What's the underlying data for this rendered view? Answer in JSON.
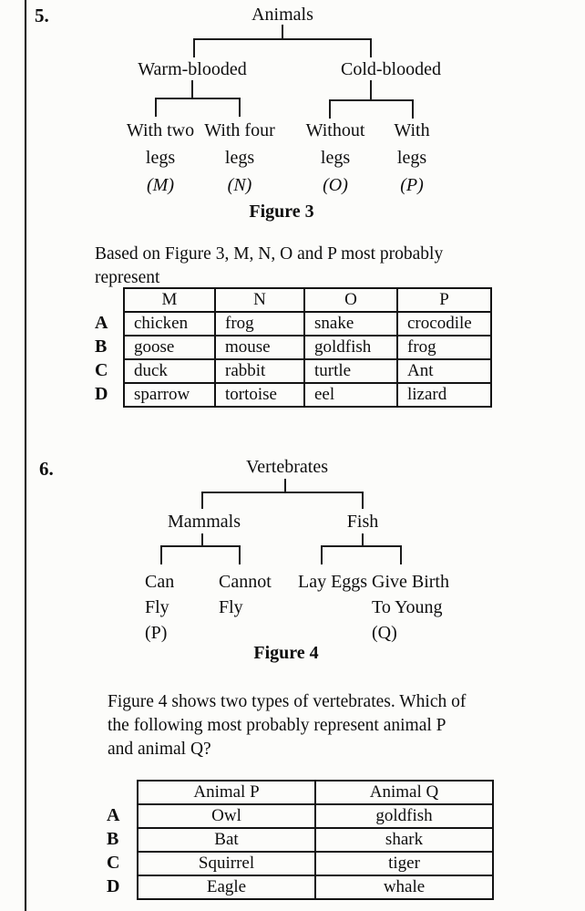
{
  "q5": {
    "number": "5.",
    "tree": {
      "root": "Animals",
      "branches": [
        "Warm-blooded",
        "Cold-blooded"
      ],
      "leaves": [
        {
          "l1": "With two",
          "l2": "legs",
          "l3": "(M)"
        },
        {
          "l1": "With four",
          "l2": "legs",
          "l3": "(N)"
        },
        {
          "l1": "Without",
          "l2": "legs",
          "l3": "(O)"
        },
        {
          "l1": "With",
          "l2": "legs",
          "l3": "(P)"
        }
      ],
      "caption": "Figure 3"
    },
    "prompt": [
      "Based on Figure 3, M, N, O and P most probably",
      "represent"
    ],
    "table": {
      "headers": [
        "M",
        "N",
        "O",
        "P"
      ],
      "row_labels": [
        "A",
        "B",
        "C",
        "D"
      ],
      "rows": [
        [
          "chicken",
          "frog",
          "snake",
          "crocodile"
        ],
        [
          "goose",
          "mouse",
          "goldfish",
          "frog"
        ],
        [
          "duck",
          "rabbit",
          "turtle",
          "Ant"
        ],
        [
          "sparrow",
          "tortoise",
          "eel",
          "lizard"
        ]
      ]
    }
  },
  "q6": {
    "number": "6.",
    "tree": {
      "root": "Vertebrates",
      "branches": [
        "Mammals",
        "Fish"
      ],
      "leaves": [
        {
          "l1": "Can",
          "l2": "Fly",
          "l3": "(P)"
        },
        {
          "l1": "Cannot",
          "l2": "Fly",
          "l3": ""
        },
        {
          "l1": "Lay Eggs",
          "l2": "",
          "l3": ""
        },
        {
          "l1": "Give Birth",
          "l2": "To Young",
          "l3": "(Q)"
        }
      ],
      "caption": "Figure 4"
    },
    "prompt": [
      "Figure 4 shows two types of vertebrates. Which of",
      "the following most probably represent animal P",
      "and animal Q?"
    ],
    "table": {
      "headers": [
        "Animal P",
        "Animal Q"
      ],
      "row_labels": [
        "A",
        "B",
        "C",
        "D"
      ],
      "rows": [
        [
          "Owl",
          "goldfish"
        ],
        [
          "Bat",
          "shark"
        ],
        [
          "Squirrel",
          "tiger"
        ],
        [
          "Eagle",
          "whale"
        ]
      ]
    }
  }
}
